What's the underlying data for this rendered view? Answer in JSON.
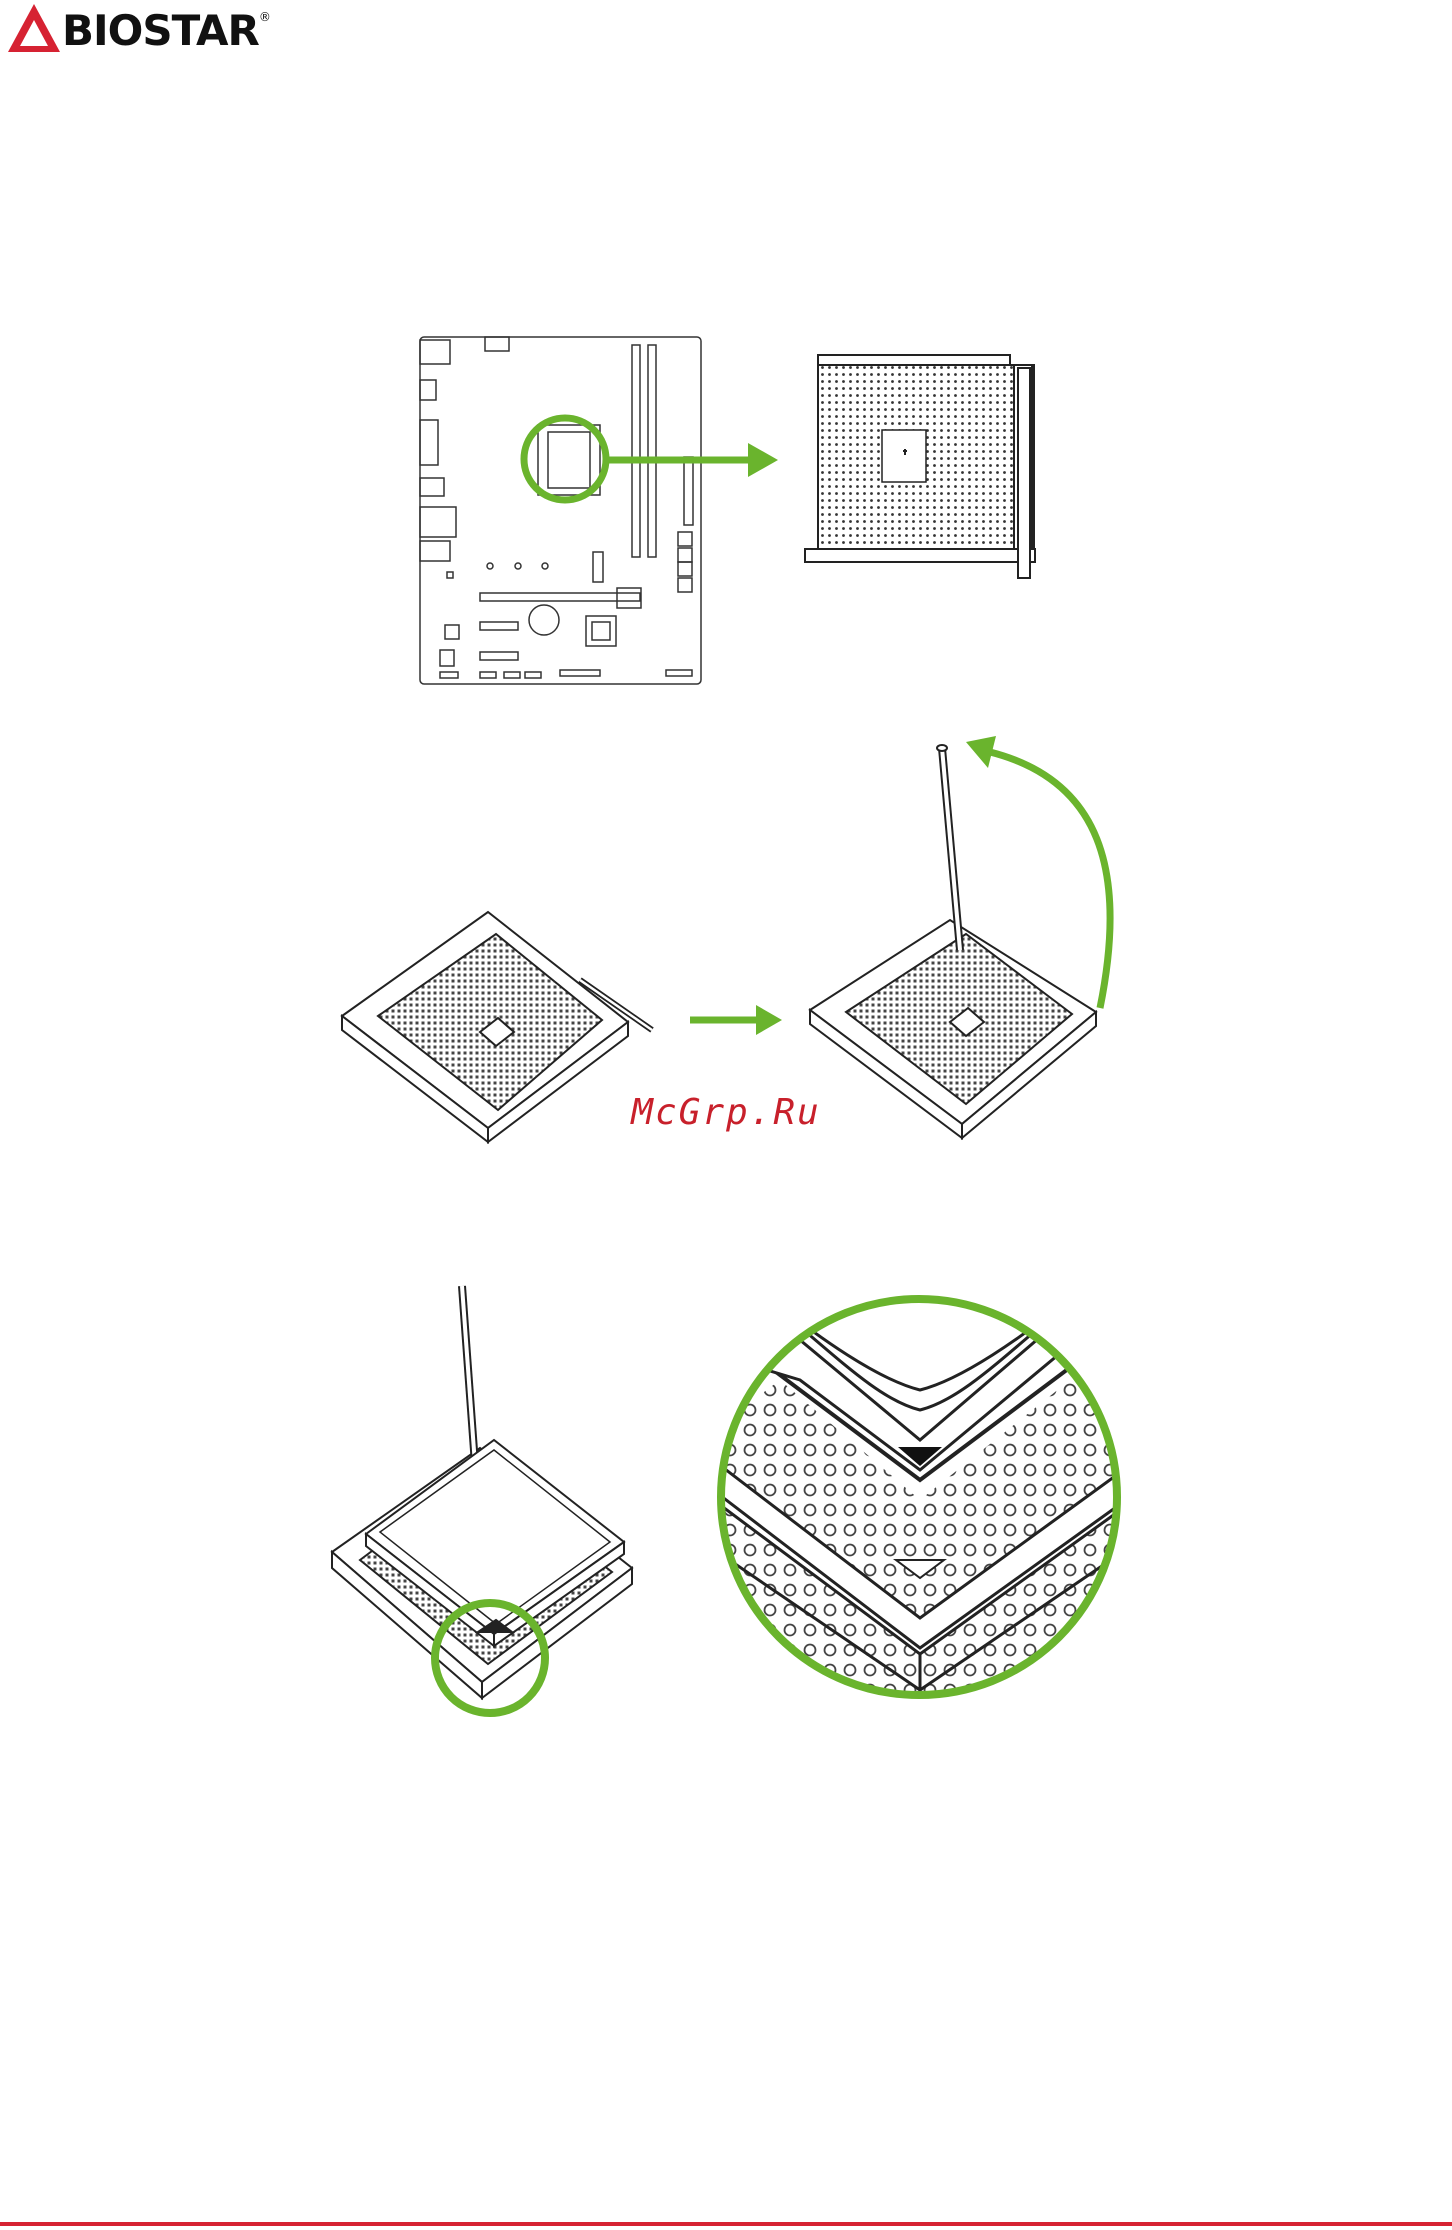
{
  "header": {
    "brand": "BIOSTAR",
    "registered": "®"
  },
  "watermark": "McGrp.Ru",
  "colors": {
    "brand_red": "#d62232",
    "accent_green": "#6ab42d",
    "line": "#222222"
  },
  "icons": {
    "logo": "biostar-star-logo",
    "motherboard": "motherboard-layout",
    "socket": "am4-socket",
    "lever": "socket-lever",
    "cpu": "cpu",
    "alignment": "triangle-alignment-mark"
  }
}
